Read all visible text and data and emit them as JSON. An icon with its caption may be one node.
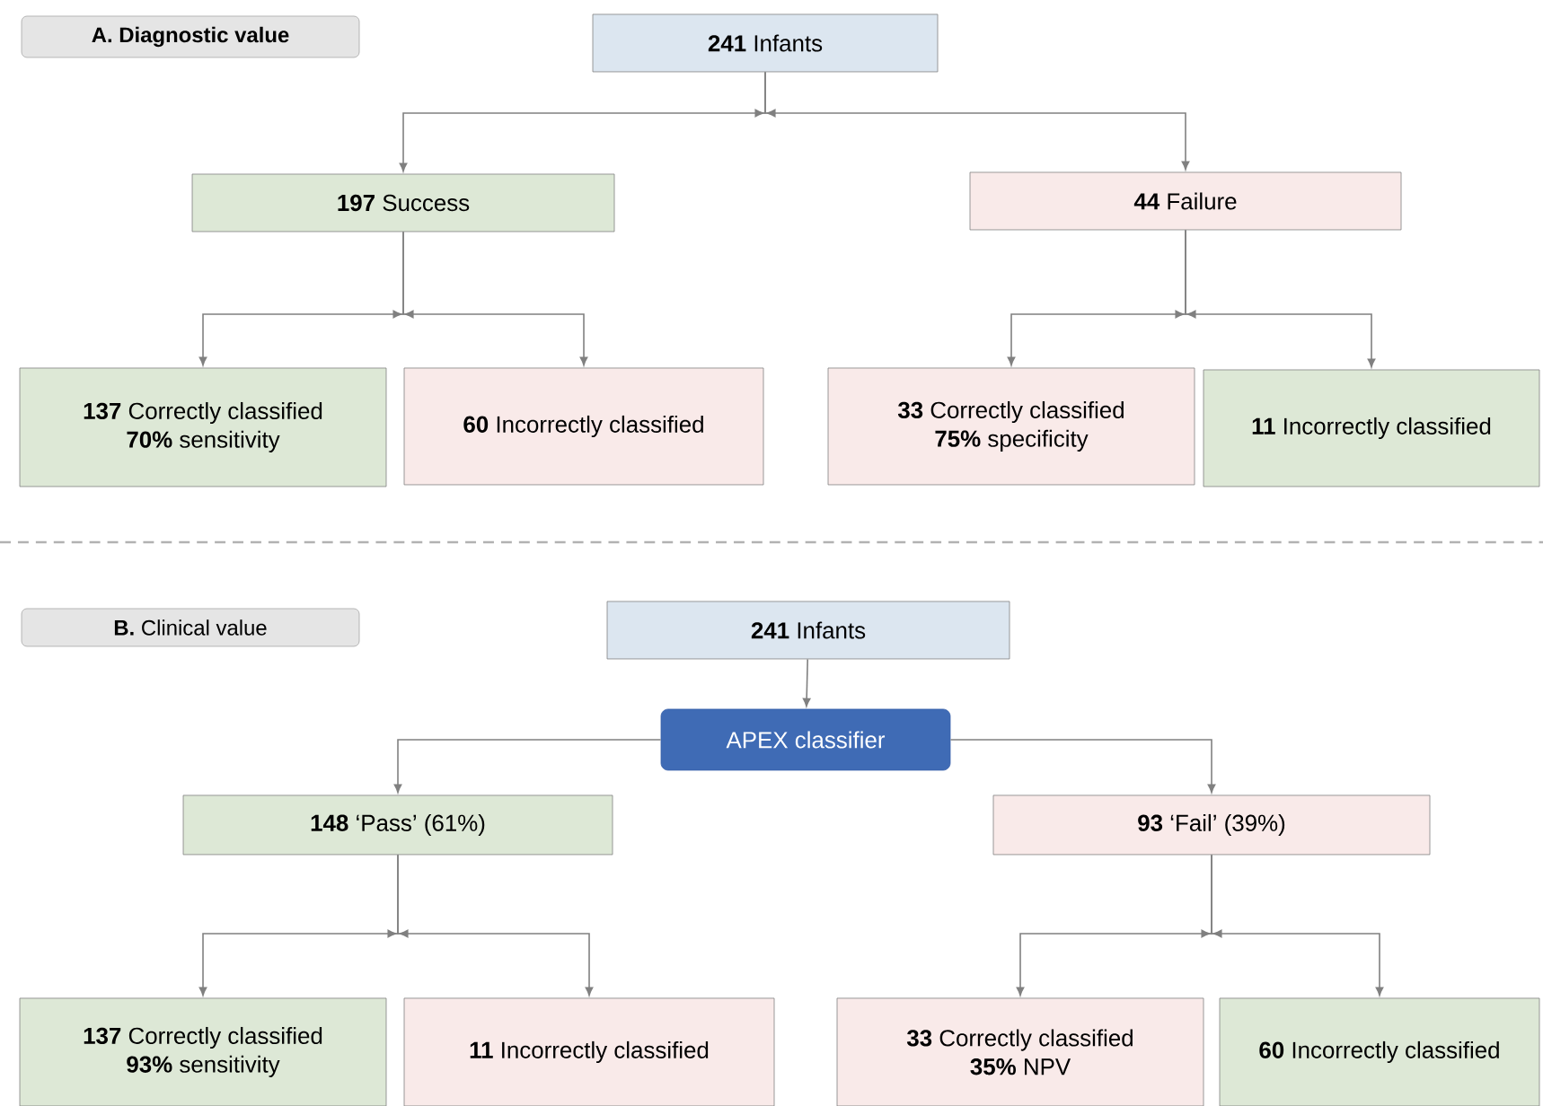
{
  "diagram": {
    "nodes": [
      {
        "text": [
          "A. Diagnostic value"
        ]
      },
      {
        "text": [
          "**241** Infants"
        ]
      },
      {
        "text": [
          "**197** Success"
        ]
      },
      {
        "text": [
          "**44** Failure"
        ]
      },
      {
        "text": [
          "**137** Correctly classified",
          "**70%** sensitivity"
        ]
      },
      {
        "text": [
          "**60** Incorrectly classified"
        ]
      },
      {
        "text": [
          "**33** Correctly classified",
          "**75%** specificity"
        ]
      },
      {
        "text": [
          "**11** Incorrectly classified"
        ]
      },
      {
        "text": [
          "**B.** Clinical value"
        ]
      },
      {
        "text": [
          "**241** Infants"
        ]
      },
      {
        "text": [
          "APEX classifier"
        ]
      },
      {
        "text": [
          "**148** ‘Pass’ (61%)"
        ]
      },
      {
        "text": [
          "**93** ‘Fail’ (39%)"
        ]
      },
      {
        "text": [
          "**137** Correctly classified",
          "**93%** sensitivity"
        ]
      },
      {
        "text": [
          "**11** Incorrectly classified"
        ]
      },
      {
        "text": [
          "**33** Correctly classified",
          "**35%** NPV"
        ]
      },
      {
        "text": [
          "**60** Incorrectly classified"
        ]
      }
    ],
    "edges": [
      {
        "from": 1,
        "to": 2,
        "arrow": "to"
      },
      {
        "from": 1,
        "to": 3,
        "arrow": "to"
      },
      {
        "from": 2,
        "to": 4,
        "arrow": "to"
      },
      {
        "from": 2,
        "to": 5,
        "arrow": "to"
      },
      {
        "from": 3,
        "to": 6,
        "arrow": "to"
      },
      {
        "from": 3,
        "to": 7,
        "arrow": "to"
      },
      {
        "from": 9,
        "to": 10,
        "arrow": "to"
      },
      {
        "from": 10,
        "to": 11,
        "arrow": "to"
      },
      {
        "from": 10,
        "to": 12,
        "arrow": "to"
      },
      {
        "from": 11,
        "to": 13,
        "arrow": "to"
      },
      {
        "from": 11,
        "to": 14,
        "arrow": "to"
      },
      {
        "from": 12,
        "to": 15,
        "arrow": "to"
      },
      {
        "from": 12,
        "to": 16,
        "arrow": "to"
      }
    ]
  }
}
